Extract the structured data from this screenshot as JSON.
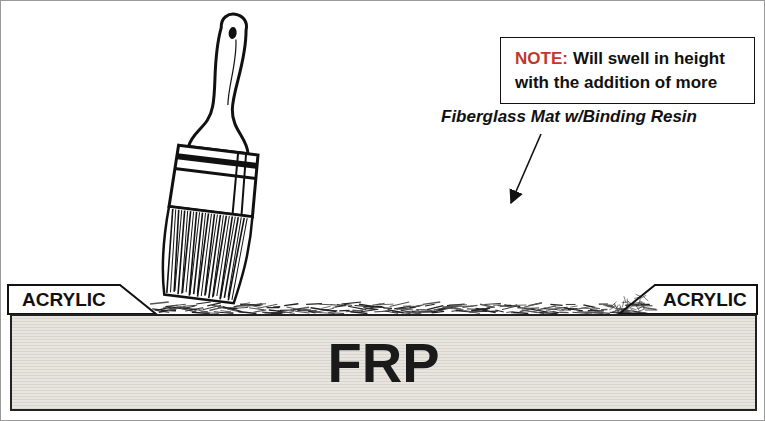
{
  "diagram": {
    "nodes": [
      {
        "text": [
          "NOTE:",
          "Will swell in height with the addition of more"
        ]
      },
      {
        "text": [
          "ACRYLIC"
        ]
      },
      {
        "text": [
          "ACRYLIC"
        ]
      },
      {
        "text": [
          "FRP"
        ]
      }
    ],
    "labels": [
      "Fiberglass Mat w/Binding Resin"
    ]
  }
}
